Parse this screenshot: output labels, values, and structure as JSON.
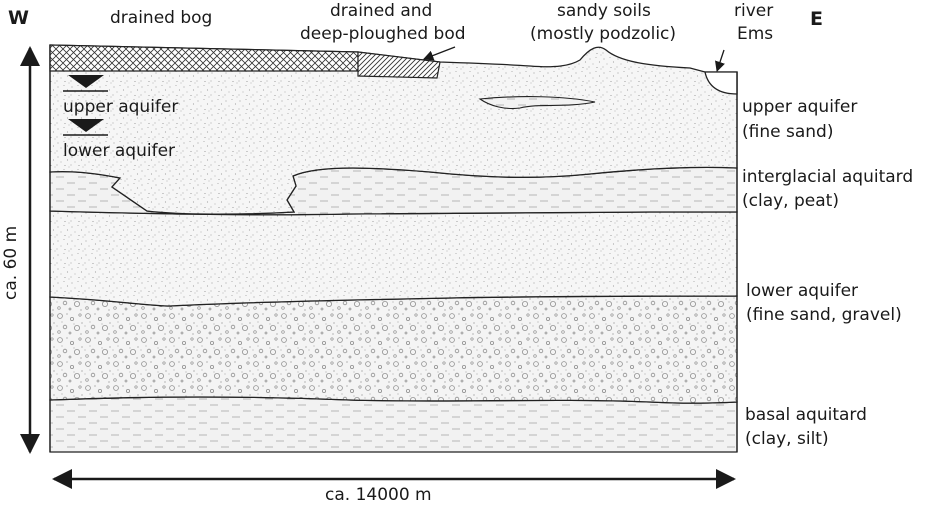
{
  "directions": {
    "west": "W",
    "east": "E"
  },
  "top_labels": {
    "drained_bog": "drained bog",
    "ploughed_line1": "drained and",
    "ploughed_line2": "deep-ploughed bod",
    "sandy_line1": "sandy soils",
    "sandy_line2": "(mostly podzolic)",
    "river_line1": "river",
    "river_line2": "Ems"
  },
  "legend": {
    "upper": "upper aquifer",
    "lower": "lower aquifer"
  },
  "layers": [
    {
      "key": "upper_aquifer",
      "name": "upper aquifer",
      "material": "(fine sand)"
    },
    {
      "key": "interglacial_aquitard",
      "name": "interglacial aquitard",
      "material": "(clay, peat)"
    },
    {
      "key": "lower_aquifer",
      "name": "lower aquifer",
      "material": "(fine sand, gravel)"
    },
    {
      "key": "basal_aquitard",
      "name": "basal aquitard",
      "material": "(clay, silt)"
    }
  ],
  "scale": {
    "depth": "ca. 60 m",
    "width": "ca. 14000 m"
  }
}
